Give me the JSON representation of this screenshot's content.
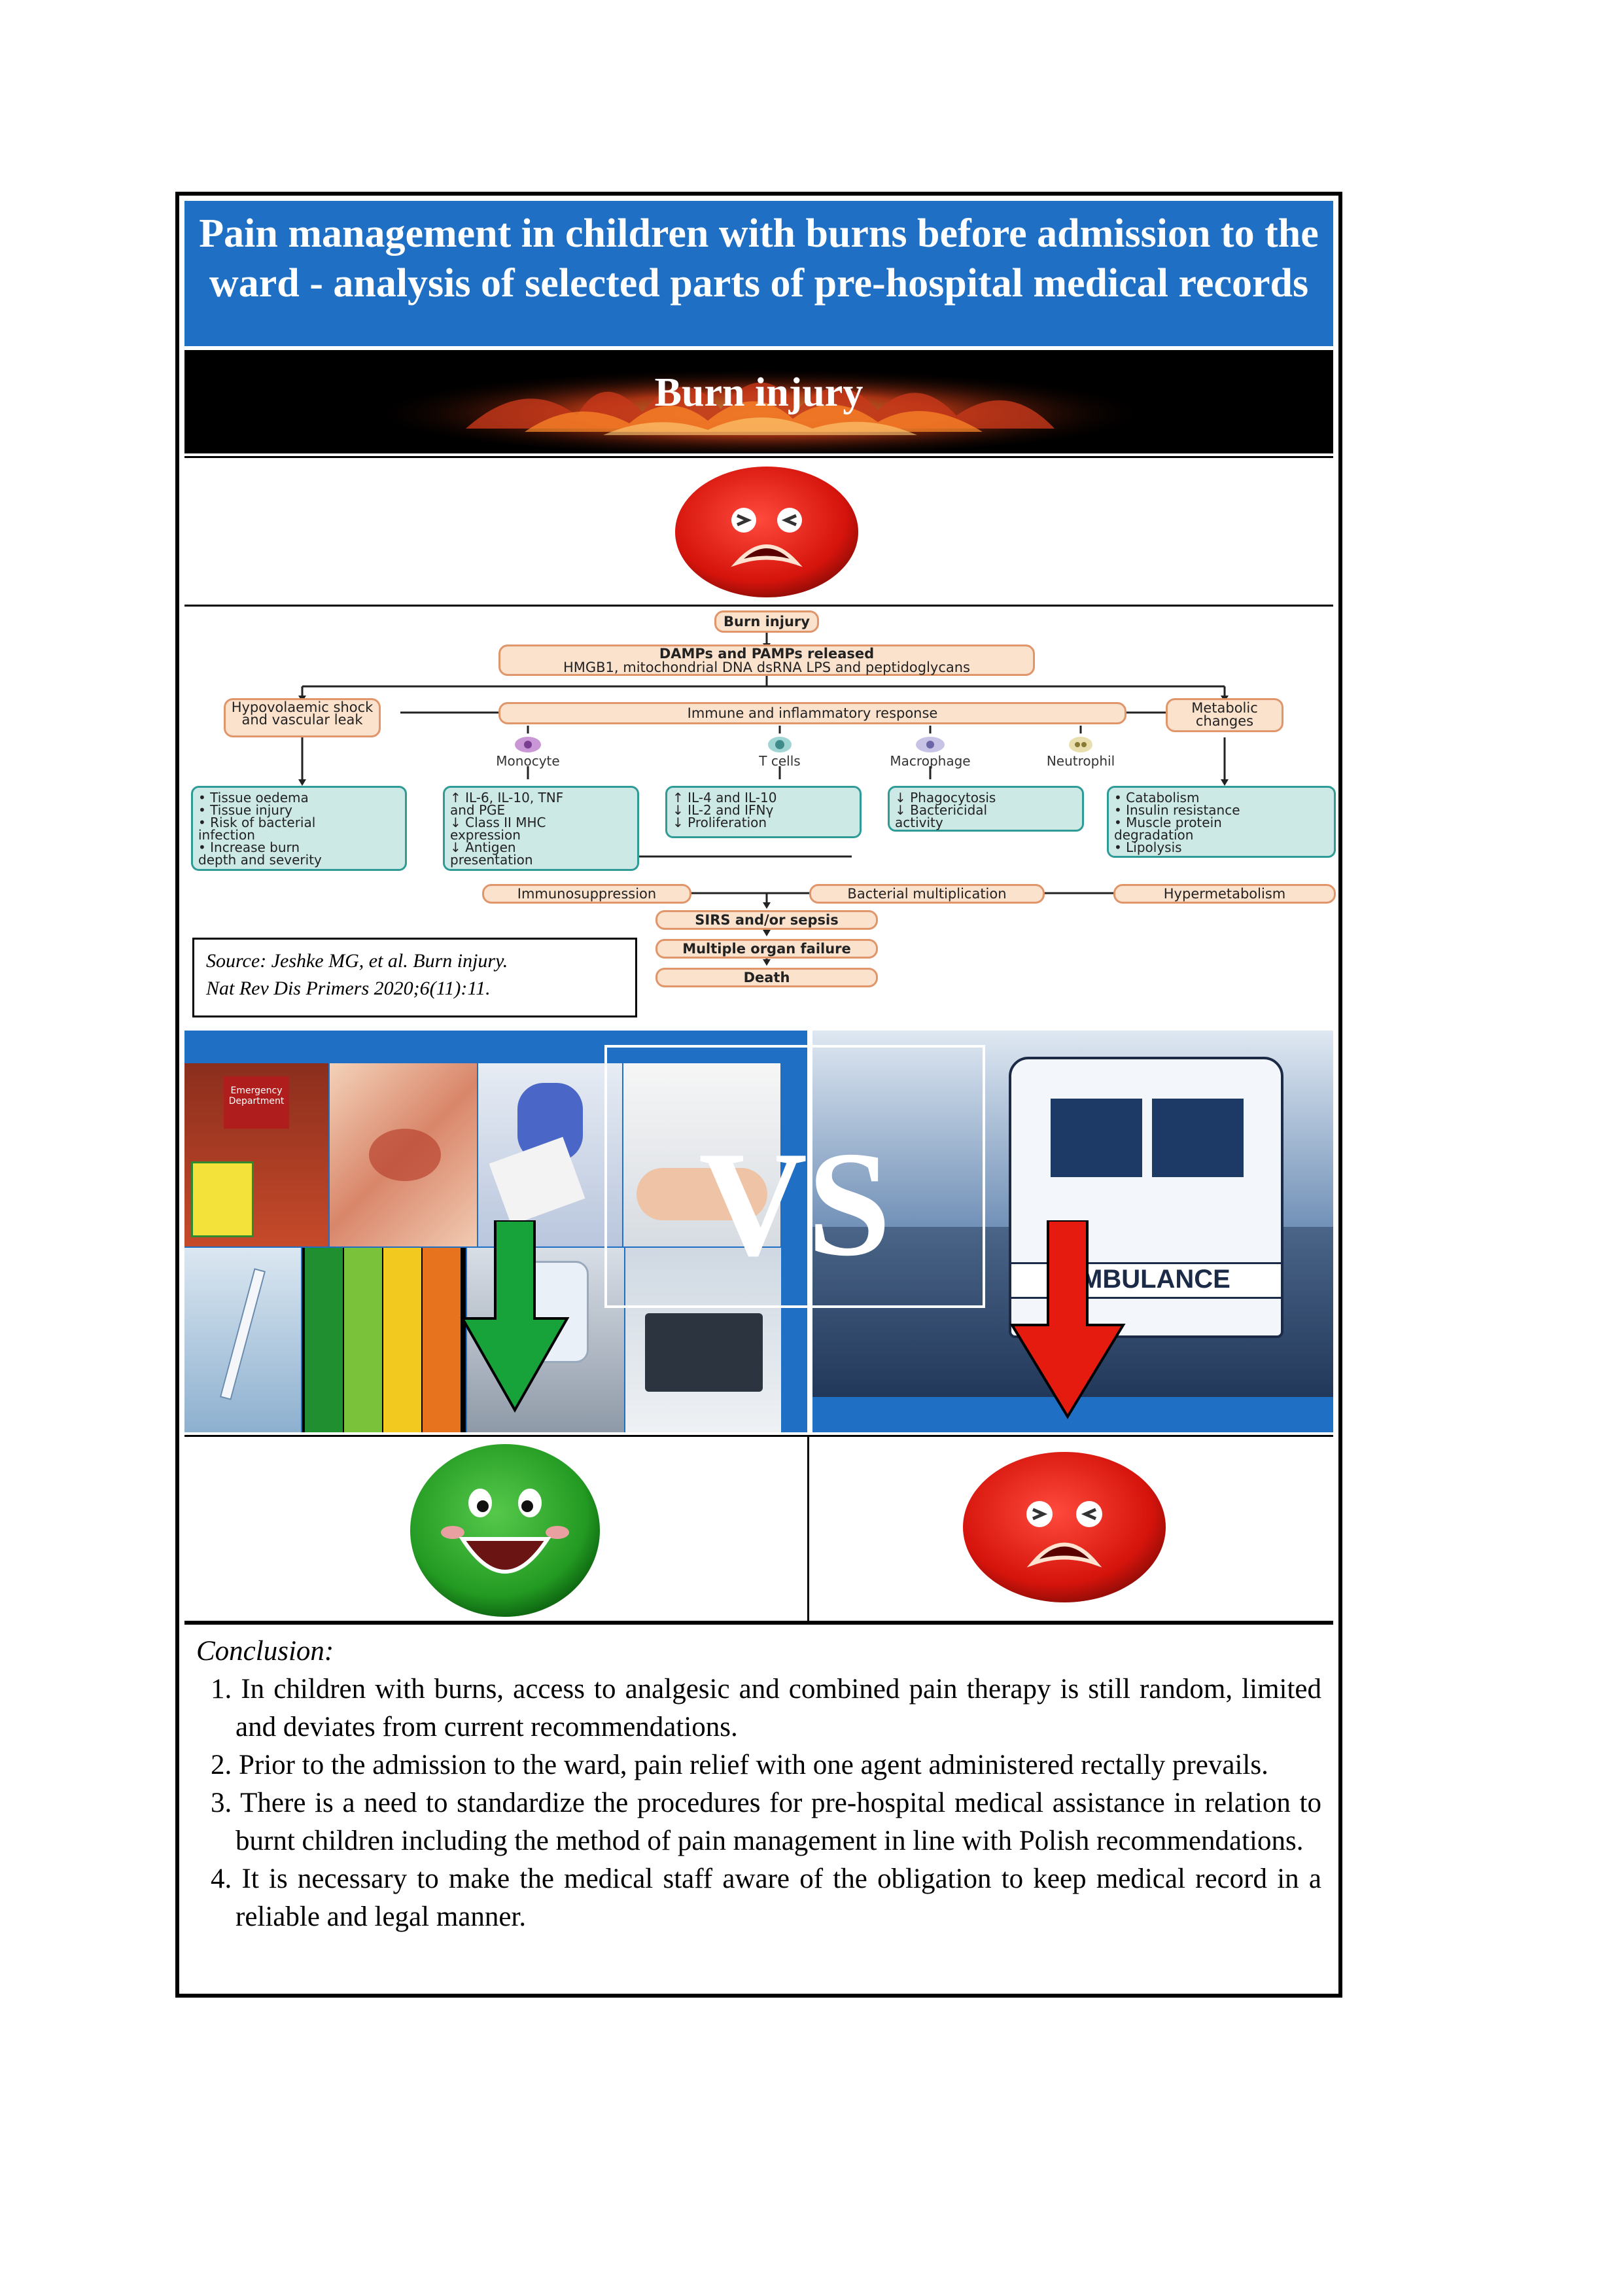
{
  "title": "Pain management in children with burns before admission to the ward - analysis of selected parts of pre-hospital medical records",
  "banner": {
    "label": "Burn injury"
  },
  "colors": {
    "title_blue": "#1f6fc4",
    "sad_red": "#e32119",
    "happy_green": "#2aa02a",
    "down_green": "#18a33a",
    "down_red": "#e51b10"
  },
  "diagram": {
    "burn_injury": "Burn injury",
    "damps_title": "DAMPs and PAMPs released",
    "damps_detail": "HMGB1, mitochondrial DNA dsRNA LPS and peptidoglycans",
    "hypovolaemic": "Hypovolaemic shock and vascular leak",
    "immune": "Immune and inflammatory response",
    "metabolic": "Metabolic changes",
    "cells": {
      "monocyte": "Monocyte",
      "t_cells": "T cells",
      "macrophage": "Macrophage",
      "neutrophil": "Neutrophil"
    },
    "box_tissue": "• Tissue oedema\n• Tissue injury\n• Risk of bacterial\n  infection\n• Increase burn\n  depth and severity",
    "box_monocyte": "↑ IL-6, IL-10, TNF\n  and PGE\n↓ Class II MHC\n  expression\n↓ Antigen\n  presentation",
    "box_tcell": "↑ IL-4 and IL-10\n↓ IL-2 and IFNγ\n↓ Proliferation",
    "box_macro": "↓ Phagocytosis\n↓ Bactericidal\n  activity",
    "box_metabolic": "• Catabolism\n• Insulin resistance\n• Muscle protein\n  degradation\n• Lipolysis",
    "immunosuppression": "Immunosuppression",
    "bacterial_multiplication": "Bacterial multiplication",
    "hypermetabolism": "Hypermetabolism",
    "sirs": "SIRS and/or sepsis",
    "organ_failure": "Multiple organ failure",
    "death": "Death"
  },
  "source": {
    "line1": "Source: Jeshke MG, et al. Burn injury.",
    "line2": "Nat Rev Dis Primers 2020;6(11):11."
  },
  "photos": {
    "vs_label": "VS",
    "ambulance_text": "AMBULANCE",
    "emergency_sign": "Emergency Department",
    "icons": [
      "emergency-department-photo",
      "burn-wound-photo",
      "gloved-hand-photo",
      "iv-drip-hand-photo",
      "syringe-photo",
      "pain-scale-faces",
      "iv-bag-photo",
      "medical-tablet-photo",
      "ambulance-photo"
    ]
  },
  "conclusion": {
    "heading": "Conclusion:",
    "items": [
      "1. In children with burns, access to analgesic and combined pain therapy is still random, limited and deviates from current recommendations.",
      "2. Prior to the admission to the ward, pain relief with one agent administered rectally prevails.",
      "3. There is a need to standardize the procedures for pre-hospital medical assistance in relation to burnt children including the method of pain management in line with Polish recommendations.",
      "4. It is necessary to make the medical staff aware of the obligation to keep medical record in a reliable and legal manner."
    ]
  }
}
